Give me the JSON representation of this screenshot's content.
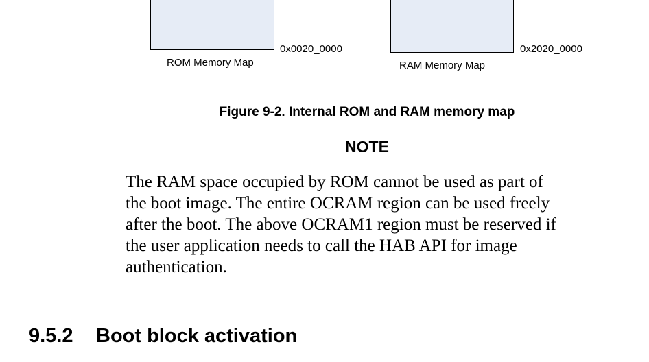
{
  "figure": {
    "rom_map": {
      "label": "ROM Memory Map",
      "address": "0x0020_0000"
    },
    "ram_map": {
      "label": "RAM Memory Map",
      "address": "0x2020_0000"
    },
    "box_fill_color": "#e6ecf6",
    "caption": "Figure 9-2. Internal ROM and RAM memory map"
  },
  "note": {
    "title": "NOTE",
    "lines": [
      "The RAM space occupied by ROM cannot be used as part of",
      "the boot image. The entire OCRAM region can be used freely",
      "after the boot. The above OCRAM1 region must be reserved if",
      "the user application needs to call the HAB API for image",
      "authentication."
    ]
  },
  "section": {
    "number": "9.5.2",
    "title": "Boot block activation"
  }
}
